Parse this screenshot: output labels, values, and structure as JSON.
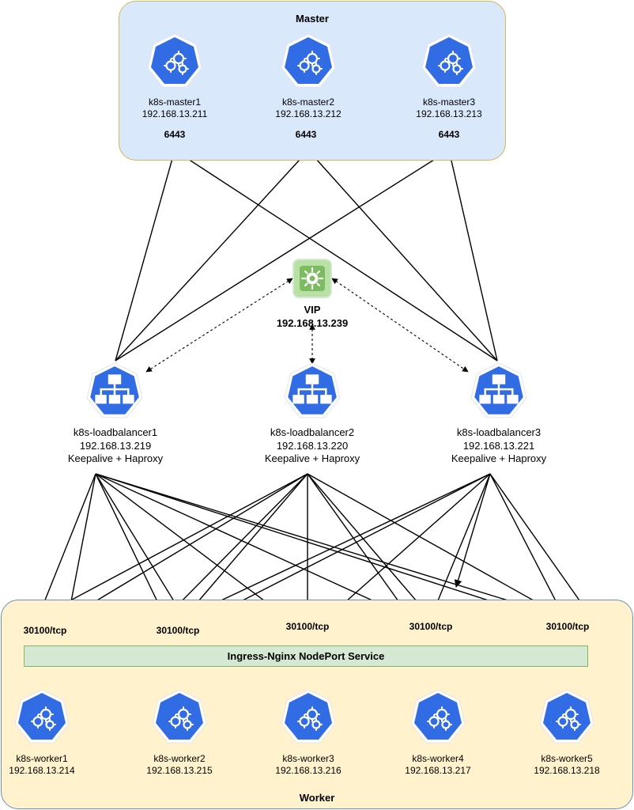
{
  "master": {
    "title": "Master",
    "nodes": [
      {
        "name": "k8s-master1",
        "ip": "192.168.13.211",
        "port": "6443"
      },
      {
        "name": "k8s-master2",
        "ip": "192.168.13.212",
        "port": "6443"
      },
      {
        "name": "k8s-master3",
        "ip": "192.168.13.213",
        "port": "6443"
      }
    ]
  },
  "vip": {
    "label": "VIP",
    "ip": "192.168.13.239"
  },
  "loadbalancers": [
    {
      "name": "k8s-loadbalancer1",
      "ip": "192.168.13.219",
      "software": "Keepalive + Haproxy"
    },
    {
      "name": "k8s-loadbalancer2",
      "ip": "192.168.13.220",
      "software": "Keepalive + Haproxy"
    },
    {
      "name": "k8s-loadbalancer3",
      "ip": "192.168.13.221",
      "software": "Keepalive + Haproxy"
    }
  ],
  "worker": {
    "title": "Worker",
    "ingress_label": "Ingress-Nginx NodePort Service",
    "nodes": [
      {
        "name": "k8s-worker1",
        "ip": "192.168.13.214",
        "port": "30100/tcp"
      },
      {
        "name": "k8s-worker2",
        "ip": "192.168.13.215",
        "port": "30100/tcp"
      },
      {
        "name": "k8s-worker3",
        "ip": "192.168.13.216",
        "port": "30100/tcp"
      },
      {
        "name": "k8s-worker4",
        "ip": "192.168.13.217",
        "port": "30100/tcp"
      },
      {
        "name": "k8s-worker5",
        "ip": "192.168.13.218",
        "port": "30100/tcp"
      }
    ]
  },
  "colors": {
    "k8s_blue": "#326ce5",
    "master_fill": "#dae8fc",
    "worker_fill": "#fff2cc",
    "vip_fill": "#b9e0a5",
    "ingress_fill": "#d5e8d4"
  },
  "icons": {
    "master": "kubernetes-node-icon",
    "worker": "kubernetes-node-icon",
    "loadbalancer": "load-balancer-icon",
    "vip": "virtual-ip-icon"
  }
}
